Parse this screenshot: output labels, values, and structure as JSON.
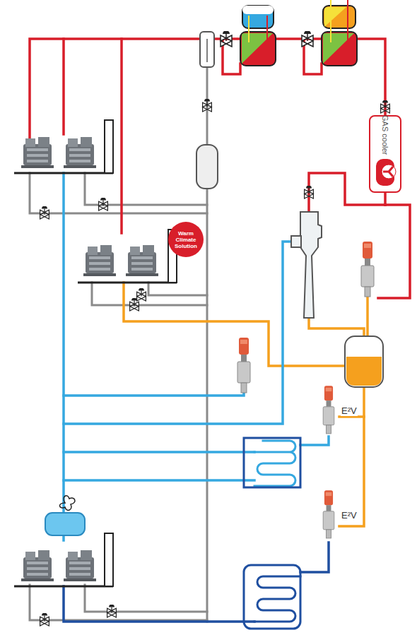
{
  "diagram": {
    "nodes": [
      {
        "text": [
          "GAS cooler"
        ]
      },
      {
        "text": [
          "Warm Climate Solution"
        ]
      }
    ],
    "labels": [
      "E²V",
      "E²V"
    ]
  }
}
